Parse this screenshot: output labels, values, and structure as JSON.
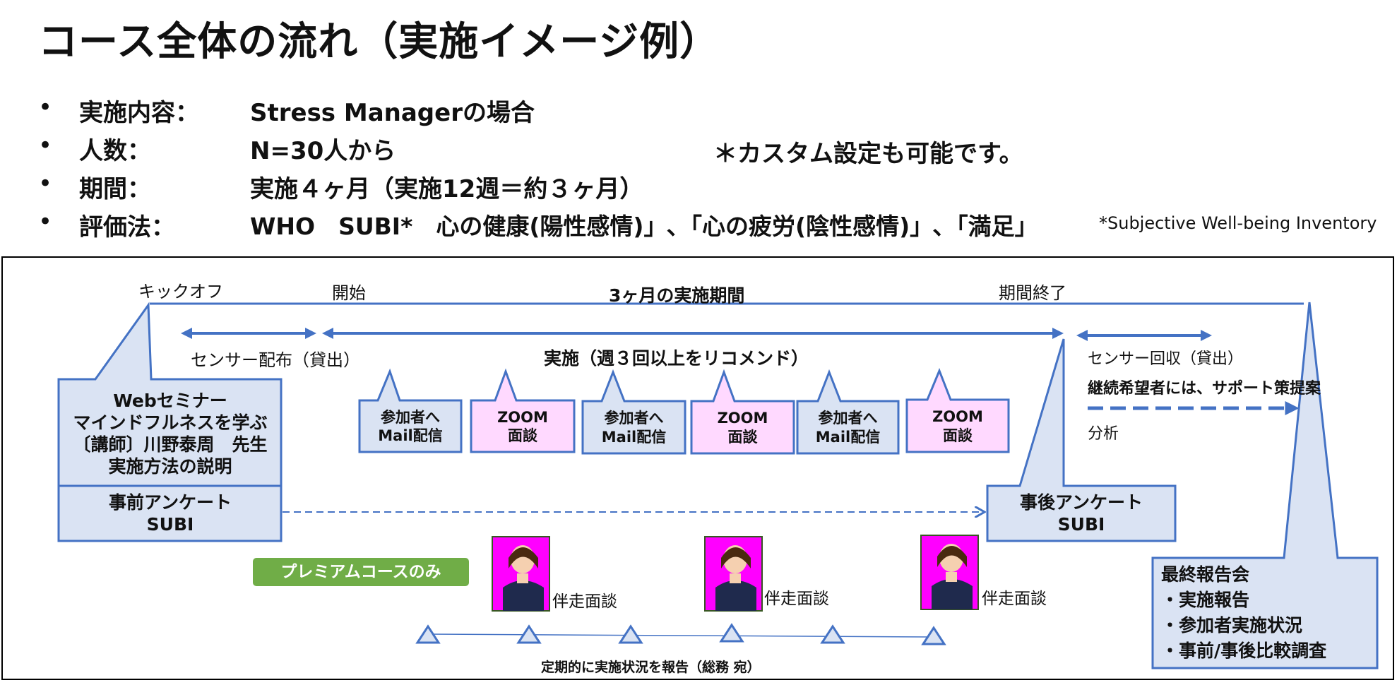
{
  "title": "コース全体の流れ（実施イメージ例）",
  "info": [
    {
      "bullet": "•",
      "label": "実施内容：",
      "value": "Stress Managerの場合"
    },
    {
      "bullet": "•",
      "label": "人数：",
      "value": "N=30人から"
    },
    {
      "bullet": "•",
      "label": "期間：",
      "value": "実施４ヶ月（実施12週＝約３ヶ月）"
    },
    {
      "bullet": "•",
      "label": "評価法：",
      "value": "WHO　SUBI*　心の健康(陽性感情)」､「心の疲労(陰性感情)」､「満足」"
    }
  ],
  "custom_note": "＊カスタム設定も可能です。",
  "subi_note": "*Subjective Well-being Inventory",
  "timeline": {
    "kickoff": "キックオフ",
    "start": "開始",
    "period": "3ヶ月の実施期間",
    "end": "期間終了",
    "sensor_dist": "センサー配布（貸出）",
    "implementation": "実施（週３回以上をリコメンド）",
    "sensor_collect": "センサー回収（貸出）",
    "continue": "継続希望者には、サポート策提案",
    "analysis": "分析"
  },
  "webinar": [
    "Webセミナー",
    "マインドフルネスを学ぶ",
    "〔講師〕川野泰周　先生",
    "実施方法の説明"
  ],
  "pre_survey": [
    "事前アンケート",
    "SUBI"
  ],
  "post_survey": [
    "事後アンケート",
    "SUBI"
  ],
  "callouts": [
    {
      "lines": [
        "参加者へ",
        "Mail配信"
      ],
      "kind": "mail"
    },
    {
      "lines": [
        "ZOOM",
        "面談"
      ],
      "kind": "zoom"
    },
    {
      "lines": [
        "参加者へ",
        "Mail配信"
      ],
      "kind": "mail"
    },
    {
      "lines": [
        "ZOOM",
        "面談"
      ],
      "kind": "zoom"
    },
    {
      "lines": [
        "参加者へ",
        "Mail配信"
      ],
      "kind": "mail"
    },
    {
      "lines": [
        "ZOOM",
        "面談"
      ],
      "kind": "zoom"
    }
  ],
  "premium": "プレミアムコースのみ",
  "coaching": [
    "伴走面談",
    "伴走面談",
    "伴走面談"
  ],
  "report_note": "定期的に実施状況を報告（総務 宛）",
  "final_report": [
    "最終報告会",
    "・実施報告",
    "・参加者実施状況",
    "・事前/事後比較調査"
  ],
  "colors": {
    "blue": "#4472C4",
    "light_blue": "#DAE3F3",
    "pink": "#FFD9FF",
    "green": "#70AD47",
    "magenta": "#FF00FF"
  }
}
